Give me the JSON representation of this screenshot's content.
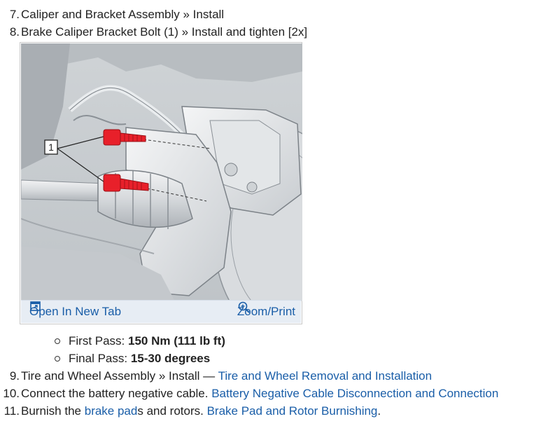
{
  "steps": [
    {
      "num": "7.",
      "text": "Caliper and Bracket Assembly » Install"
    },
    {
      "num": "8.",
      "text": "Brake Caliper Bracket Bolt (1) » Install and tighten [2x]"
    },
    {
      "num": "9.",
      "text": "Tire and Wheel Assembly » Install — ",
      "link": "Tire and Wheel Removal and Installation"
    },
    {
      "num": "10.",
      "text": "Connect the battery negative cable. ",
      "link": "Battery Negative Cable Disconnection and Connection"
    },
    {
      "num": "11.",
      "text_before": "Burnish the ",
      "inline_link": "brake pad",
      "text_after": "s and rotors. ",
      "link": "Brake Pad and Rotor Burnishing",
      "trailing": "."
    }
  ],
  "figure": {
    "callout_label": "1",
    "open_tab_label": "Open In New Tab",
    "zoom_label": "Zoom/Print",
    "icons": [
      "open-new-tab-icon",
      "zoom-icon"
    ]
  },
  "passes": [
    {
      "label": "First Pass: ",
      "value": "150 Nm (111 lb ft)"
    },
    {
      "label": "Final Pass: ",
      "value": "15-30 degrees"
    }
  ],
  "colors": {
    "link": "#1a5ea8",
    "bolt": "#e8202a",
    "text": "#222222"
  }
}
